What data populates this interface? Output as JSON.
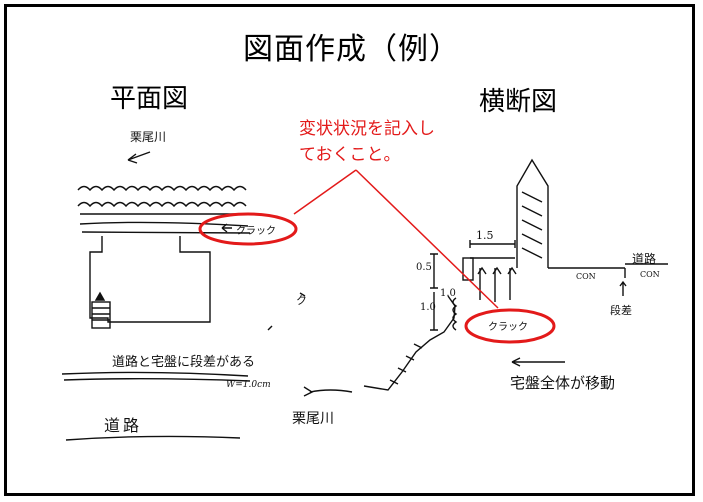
{
  "title": "図面作成（例）",
  "plan_view": {
    "heading": "平面図",
    "river_label": "栗尾川",
    "crack_label": "クラック",
    "road_note": "道路と宅盤に段差がある",
    "width_note": "W=1.0cm",
    "road_label": "道路",
    "arrow": "←"
  },
  "cross_section": {
    "heading": "横断図",
    "dim_top": "1.5",
    "dim_left_top": "0.5",
    "dim_left_1": "1.0",
    "dim_left_2": "1.0",
    "road_label": "道路",
    "con_left": "CON",
    "con_right": "CON",
    "gap_label": "段差",
    "crack_label": "クラック",
    "movement_note": "宅盤全体が移動",
    "river_label": "栗尾川",
    "side_mark": "ク"
  },
  "annotation": {
    "lines": [
      "変状状況を記入し",
      "ておくこと。"
    ],
    "color": "#e31a1a"
  }
}
